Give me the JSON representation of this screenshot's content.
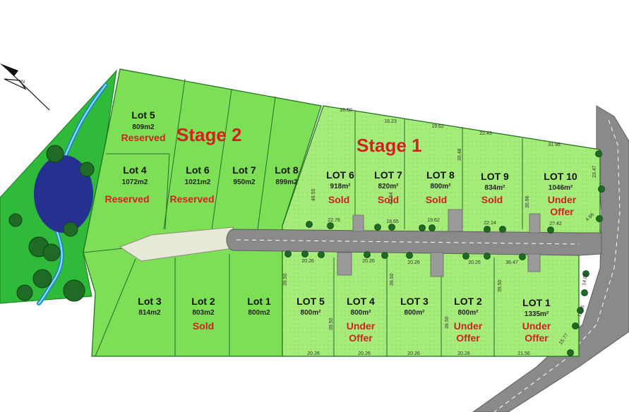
{
  "colors": {
    "stage1_fill": "#a6ec7a",
    "stage2_fill": "#7ddf55",
    "reserve_fill": "#2fba3a",
    "water": "#25308f",
    "road": "#8a8a8a",
    "footpath": "#e6e8d8",
    "tree": "#1f6a24",
    "status_red": "#d42020"
  },
  "stages": {
    "stage1": "Stage 1",
    "stage2": "Stage 2"
  },
  "stage2_lots": [
    {
      "name": "Lot 5",
      "area": "809m2",
      "status": "Reserved"
    },
    {
      "name": "Lot 4",
      "area": "1072m2",
      "status": "Reserved"
    },
    {
      "name": "Lot 6",
      "area": "1021m2",
      "status": "Reserved"
    },
    {
      "name": "Lot 7",
      "area": "950m2",
      "status": ""
    },
    {
      "name": "Lot 8",
      "area": "899m2",
      "status": ""
    },
    {
      "name": "Lot 3",
      "area": "814m2",
      "status": ""
    },
    {
      "name": "Lot 2",
      "area": "803m2",
      "status": "Sold"
    },
    {
      "name": "Lot 1",
      "area": "800m2",
      "status": ""
    }
  ],
  "stage1_top_lots": [
    {
      "name": "LOT 6",
      "area": "918m²",
      "status": "Sold"
    },
    {
      "name": "LOT 7",
      "area": "820m²",
      "status": "Sold"
    },
    {
      "name": "LOT 8",
      "area": "800m²",
      "status": "Sold"
    },
    {
      "name": "LOT 9",
      "area": "834m²",
      "status": "Sold"
    },
    {
      "name": "LOT 10",
      "area": "1046m²",
      "status": "Under",
      "status2": "Offer"
    }
  ],
  "stage1_bottom_lots": [
    {
      "name": "LOT 5",
      "area": "800m²",
      "status": "",
      "status2": ""
    },
    {
      "name": "LOT 4",
      "area": "800m²",
      "status": "Under",
      "status2": "Offer"
    },
    {
      "name": "LOT 3",
      "area": "800m²",
      "status": "",
      "status2": ""
    },
    {
      "name": "LOT 2",
      "area": "800m²",
      "status": "Under",
      "status2": "Offer"
    },
    {
      "name": "LOT 1",
      "area": "1335m²",
      "status": "Under",
      "status2": "Offer"
    }
  ],
  "dimensions": {
    "top": [
      "16.50",
      "18.23",
      "19.62",
      "22.43",
      "31.96"
    ],
    "road_north": [
      "22.76",
      "18.65",
      "19.62",
      "22.14",
      "27.42"
    ],
    "road_south": [
      "20.26",
      "20.26",
      "20.26",
      "20.26",
      "36.47"
    ],
    "bottom": [
      "20.26",
      "20.26",
      "20.26",
      "20.26",
      "21.56"
    ],
    "side": [
      "48.55",
      "42.54",
      "39.48",
      "35.96",
      "23.47",
      "4.66",
      "39.50",
      "39.50",
      "39.50",
      "39.50",
      "39.50",
      "14.06",
      "12.05",
      "15.77"
    ]
  },
  "north_arrow": "N"
}
